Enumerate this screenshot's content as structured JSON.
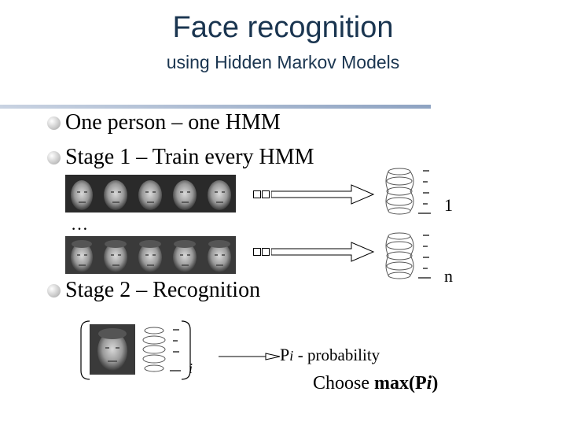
{
  "slide": {
    "title": "Face recognition",
    "subtitle": "using Hidden Markov Models"
  },
  "bullets": [
    {
      "text": "One person – one HMM"
    },
    {
      "text": "Stage 1 – Train every HMM"
    },
    {
      "text": "Stage 2 – Recognition"
    }
  ],
  "stage1": {
    "ellipsis": "…",
    "model_labels": [
      "1",
      "n"
    ]
  },
  "stage2": {
    "index_label": "i",
    "p_symbol": "P",
    "p_subscript": "i",
    "probability_text": "- probability",
    "choose_text": "Choose ",
    "max_text": "max(P",
    "max_sub": "i",
    "max_close": ")"
  },
  "colors": {
    "title": "#1a3550",
    "rule": "#8ea3c2"
  },
  "icons": [
    "bullet-icon",
    "face-photo-icon",
    "hmm-diagram-icon",
    "arrow-icon"
  ]
}
